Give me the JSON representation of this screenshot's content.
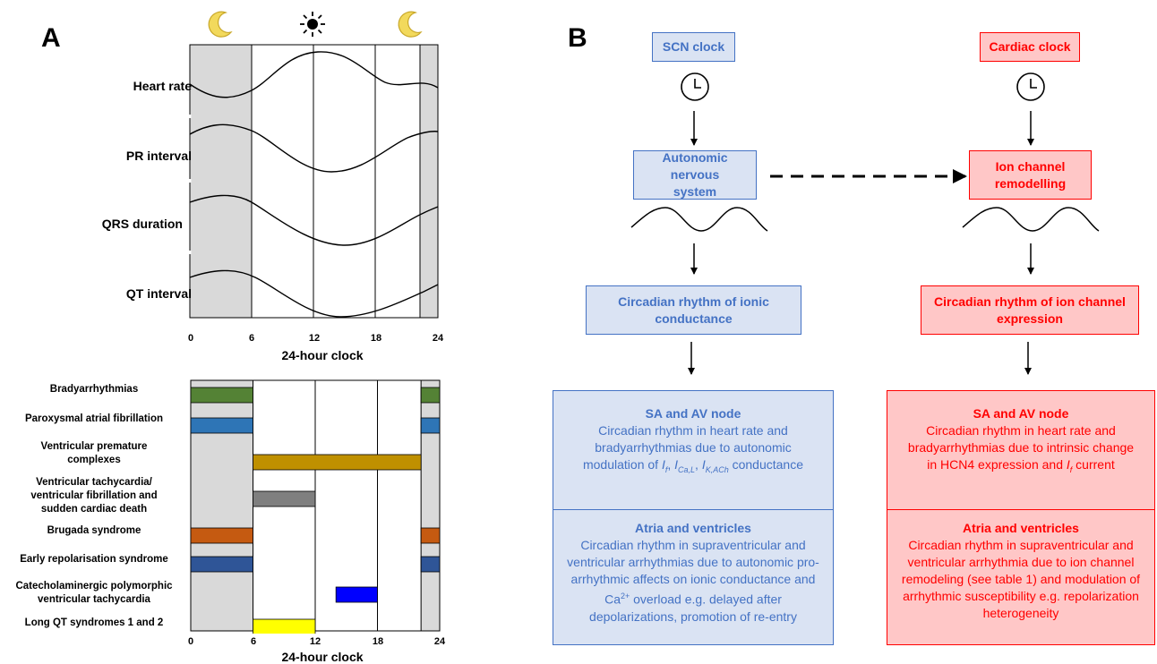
{
  "panel_a": {
    "label": "A",
    "icons": [
      "moon-icon",
      "sun-icon",
      "moon-icon"
    ],
    "ecg_rows": [
      "Heart rate",
      "PR interval",
      "QRS duration",
      "QT interval"
    ],
    "ticks": [
      "0",
      "6",
      "12",
      "18",
      "24"
    ],
    "axis_title": "24-hour clock",
    "arrhythmias": [
      {
        "label": "Bradyarrhythmias",
        "color": "#548235",
        "bars": [
          [
            0,
            6
          ],
          [
            22.2,
            24
          ]
        ]
      },
      {
        "label": "Paroxysmal atrial fibrillation",
        "color": "#2e75b6",
        "bars": [
          [
            0,
            6
          ],
          [
            22.2,
            24
          ]
        ]
      },
      {
        "label": "Ventricular premature complexes",
        "color": "#bf9000",
        "bars": [
          [
            6,
            22.2
          ]
        ]
      },
      {
        "label": "Ventricular tachycardia/ ventricular fibrillation and sudden cardiac death",
        "color": "#7f7f7f",
        "bars": [
          [
            6,
            12
          ]
        ]
      },
      {
        "label": "Brugada syndrome",
        "color": "#c55a11",
        "bars": [
          [
            0,
            6
          ],
          [
            22.2,
            24
          ]
        ]
      },
      {
        "label": "Early repolarisation syndrome",
        "color": "#2f5597",
        "bars": [
          [
            0,
            6
          ],
          [
            22.2,
            24
          ]
        ]
      },
      {
        "label": "Catecholaminergic polymorphic ventricular tachycardia",
        "color": "#0000ff",
        "bars": [
          [
            14,
            18
          ]
        ]
      },
      {
        "label": "Long QT syndromes 1 and 2",
        "color": "#ffff00",
        "bars": [
          [
            6,
            12
          ]
        ]
      }
    ],
    "bottom_axis_title": "24-hour clock"
  },
  "panel_b": {
    "label": "B",
    "left": {
      "clock_label": "SCN clock",
      "system_label": "Autonomic nervous system",
      "rhythm_label": "Circadian rhythm of ionic conductance",
      "node_heading": "SA and AV node",
      "node_text_1": "Circadian rhythm in heart rate and bradyarrhythmias due to autonomic modulation of",
      "node_text_2": "conductance",
      "currents": [
        "I",
        "f",
        "I",
        "Ca,L",
        "I",
        "K,ACh"
      ],
      "atria_heading": "Atria and ventricles",
      "atria_text_1": "Circadian rhythm in supraventricular and ventricular arrhythmias due to autonomic pro-arrhythmic affects on ionic conductance and Ca",
      "atria_sup": "2+",
      "atria_text_2": "overload e.g. delayed after depolarizations, promotion of re-entry"
    },
    "right": {
      "clock_label": "Cardiac clock",
      "system_label": "Ion channel remodelling",
      "rhythm_label": "Circadian rhythm of ion channel expression",
      "node_heading": "SA and AV node",
      "node_text_1": "Circadian rhythm in heart rate and bradyarrhythmias due to intrinsic change in HCN4 expression and",
      "node_current": [
        "I",
        "f"
      ],
      "node_text_2": "current",
      "atria_heading": "Atria and ventricles",
      "atria_text": "Circadian rhythm in supraventricular and ventricular arrhythmia due to ion channel remodeling (see table 1) and modulation of arrhythmic susceptibility e.g. repolarization heterogeneity"
    },
    "colors": {
      "blue": "#4472c4",
      "blue_fill": "#dae3f3",
      "red": "#ff0000",
      "red_fill": "#ffc7c7"
    }
  }
}
